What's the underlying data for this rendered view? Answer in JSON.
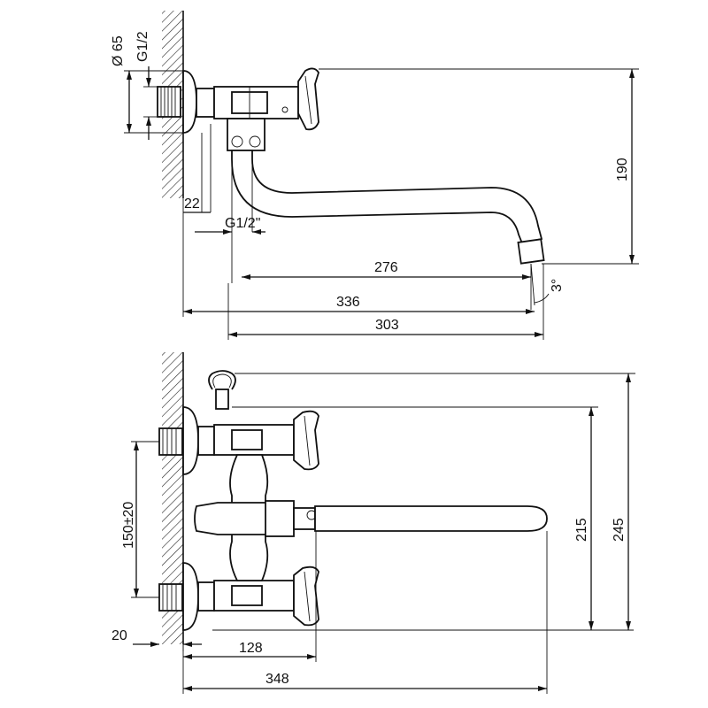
{
  "top_view": {
    "dim_diameter": "Ø 65",
    "dim_thread_inlet": "G1/2",
    "dim_22": "22",
    "dim_thread_outlet": "G1/2\"",
    "dim_276": "276",
    "dim_336": "336",
    "dim_303": "303",
    "dim_190": "190",
    "dim_angle": "3°"
  },
  "bottom_view": {
    "dim_150": "150±20",
    "dim_215": "215",
    "dim_245": "245",
    "dim_20": "20",
    "dim_128": "128",
    "dim_348": "348"
  }
}
